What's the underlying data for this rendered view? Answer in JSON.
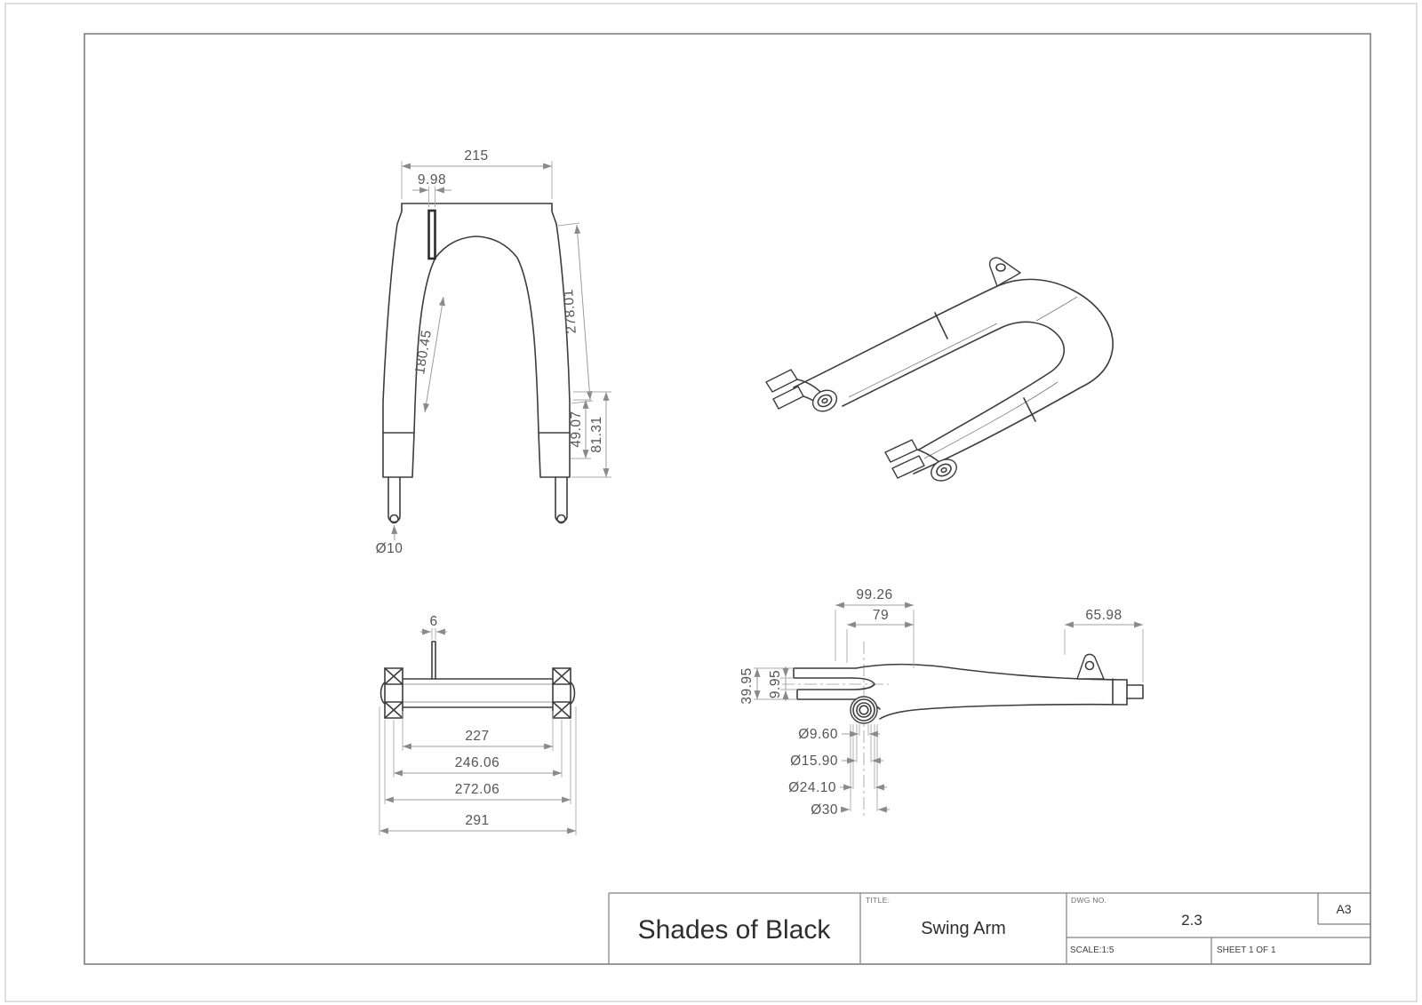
{
  "drawing": {
    "line_color": "#3d3d3d",
    "dim_color": "#9c9c9c",
    "text_color": "#555555"
  },
  "front_view": {
    "dim_width_top": "215",
    "dim_slot": "9.98",
    "dim_outer_edge": "278.01",
    "dim_inner_edge": "180.45",
    "dim_leg_upper": "49.07",
    "dim_leg_overall": "81.31",
    "dim_hole": "Ø10"
  },
  "bottom_view": {
    "dim_pin": "6",
    "dim_inner": "227",
    "dim_mid": "246.06",
    "dim_outer": "272.06",
    "dim_overall": "291"
  },
  "side_view": {
    "dim_fork_overall": "99.26",
    "dim_fork_inner": "79",
    "dim_axle": "65.98",
    "dim_height": "39.95",
    "dim_prong": "9.95",
    "dim_dia_1": "Ø9.60",
    "dim_dia_2": "Ø15.90",
    "dim_dia_3": "Ø24.10",
    "dim_dia_4": "Ø30"
  },
  "title_block": {
    "company": "Shades of Black",
    "title_label": "TITLE:",
    "title": "Swing Arm",
    "dwg_no_label": "DWG NO.",
    "dwg_no": "2.3",
    "scale": "SCALE:1:5",
    "sheet": "SHEET 1 OF 1",
    "paper_size": "A3"
  }
}
